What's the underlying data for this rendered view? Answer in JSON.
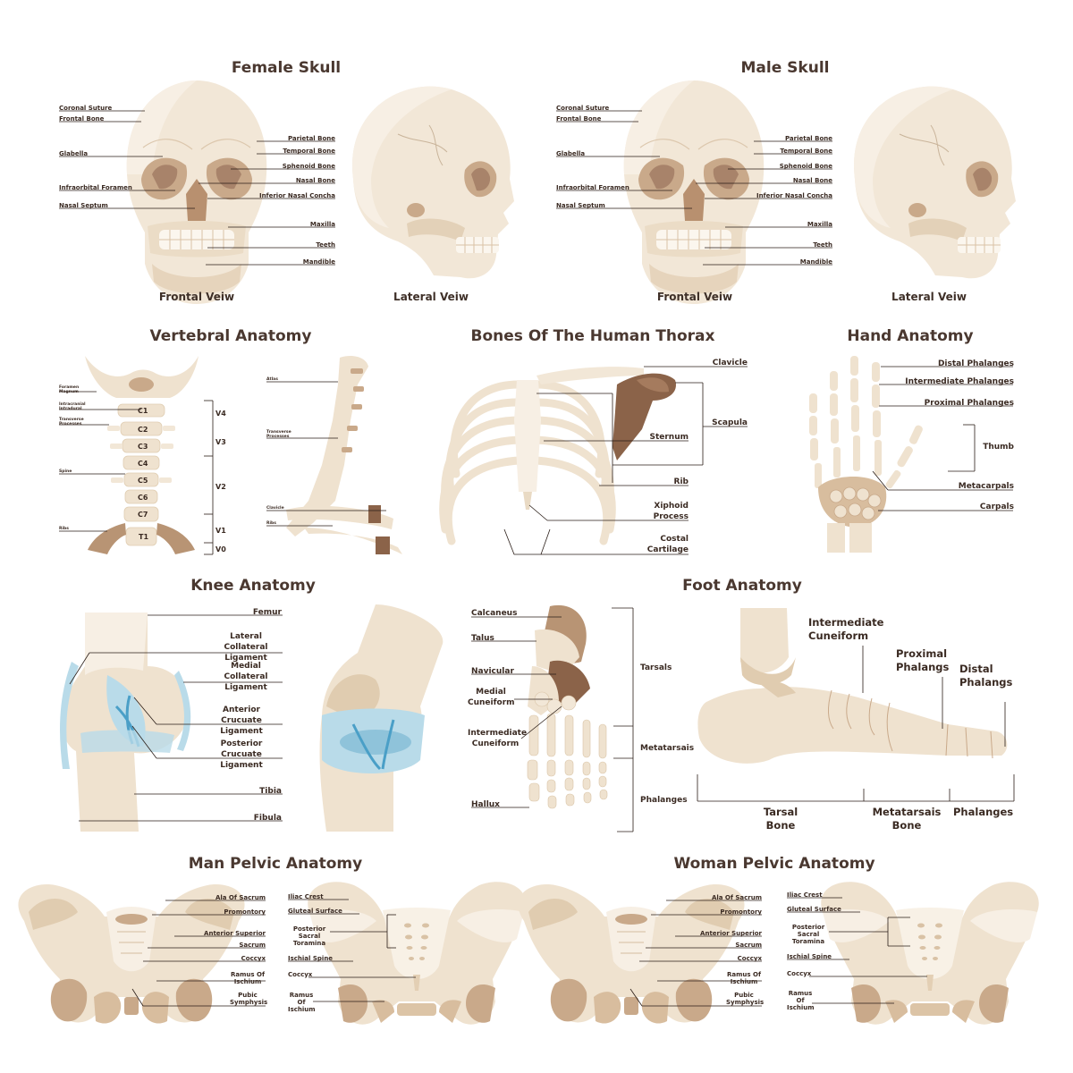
{
  "colors": {
    "bone": "#efe3d2",
    "bone_light": "#f5ece0",
    "bone_shadow": "#e2d0b8",
    "dark_bone": "#c7a88a",
    "brown": "#8b6349",
    "cartilage": "#b9dbe9",
    "ligament": "#4a9fc7",
    "text": "#3a2a22"
  },
  "skull_female": {
    "title": "Female Skull",
    "frontal_caption": "Frontal Veiw",
    "lateral_caption": "Lateral Veiw",
    "left_labels": [
      "Coronal Suture",
      "Frontal Bone",
      "Glabella",
      "Infraorbital Foramen",
      "Nasal Septum"
    ],
    "right_labels": [
      "Parietal Bone",
      "Temporal Bone",
      "Sphenoid Bone",
      "Nasal Bone",
      "Inferior Nasal Concha",
      "Maxilla",
      "Teeth",
      "Mandible"
    ]
  },
  "skull_male": {
    "title": "Male Skull",
    "frontal_caption": "Frontal Veiw",
    "lateral_caption": "Lateral Veiw",
    "left_labels": [
      "Coronal Suture",
      "Frontal Bone",
      "Glabella",
      "Infraorbital Foramen",
      "Nasal Septum"
    ],
    "right_labels": [
      "Parietal Bone",
      "Temporal Bone",
      "Sphenoid Bone",
      "Nasal Bone",
      "Inferior Nasal Concha",
      "Maxilla",
      "Teeth",
      "Mandible"
    ]
  },
  "vertebral": {
    "title": "Vertebral Anatomy",
    "left_labels": [
      "Foramen Magnum",
      "Intracranial Intradural",
      "Transverse Processes",
      "Spine",
      "Ribs"
    ],
    "vertebrae": [
      "C1",
      "C2",
      "C3",
      "C4",
      "C5",
      "C6",
      "C7",
      "T1"
    ],
    "segments": [
      "V4",
      "V3",
      "V2",
      "V1",
      "V0"
    ],
    "side_labels": [
      "Atlas",
      "Transverse Processes",
      "Clavicle",
      "Ribs"
    ]
  },
  "thorax": {
    "title": "Bones Of The Human Thorax",
    "labels": [
      "Clavicle",
      "Scapula",
      "Sternum",
      "Rib",
      "Xiphoid Process",
      "Costal Cartilage"
    ]
  },
  "hand": {
    "title": "Hand Anatomy",
    "labels": [
      "Distal Phalanges",
      "Intermediate Phalanges",
      "Proximal Phalanges",
      "Thumb",
      "Metacarpals",
      "Carpals"
    ]
  },
  "knee": {
    "title": "Knee Anatomy",
    "labels": [
      "Femur",
      "Lateral Collateral Ligament",
      "Medial Collateral Ligament",
      "Anterior Crucuate Ligament",
      "Posterior Crucuate Ligament",
      "Tibia",
      "Fibula"
    ]
  },
  "foot": {
    "title": "Foot Anatomy",
    "left_labels": [
      "Calcaneus",
      "Talus",
      "Navicular",
      "Medial Cuneiform",
      "Intermediate Cuneiform",
      "Hallux"
    ],
    "group_labels": [
      "Tarsals",
      "Metatarsais",
      "Phalanges"
    ],
    "side_labels": [
      "Intermediate Cuneiform",
      "Proximal Phalangs",
      "Distal Phalangs"
    ],
    "bottom_labels": [
      "Tarsal Bone",
      "Metatarsais Bone",
      "Phalanges"
    ]
  },
  "pelvis_man": {
    "title": "Man Pelvic Anatomy",
    "front_labels": [
      "Ala Of Sacrum",
      "Promontory",
      "Anterior Superior",
      "Sacrum",
      "Coccyx",
      "Ramus Of Ischium",
      "Pubic Symphysis"
    ],
    "back_labels": [
      "Iliac Crest",
      "Gluteal Surface",
      "Posterior Sacral Toramina",
      "Ischial Spine",
      "Coccyx",
      "Ramus Of Ischium"
    ]
  },
  "pelvis_woman": {
    "title": "Woman Pelvic Anatomy",
    "front_labels": [
      "Ala Of Sacrum",
      "Promontory",
      "Anterior Superior",
      "Sacrum",
      "Coccyx",
      "Ramus Of Ischium",
      "Pubic Symphysis"
    ],
    "back_labels": [
      "Iliac Crest",
      "Gluteal Surface",
      "Posterior Sacral Toramina",
      "Ischial Spine",
      "Coccyx",
      "Ramus Of Ischium"
    ]
  }
}
